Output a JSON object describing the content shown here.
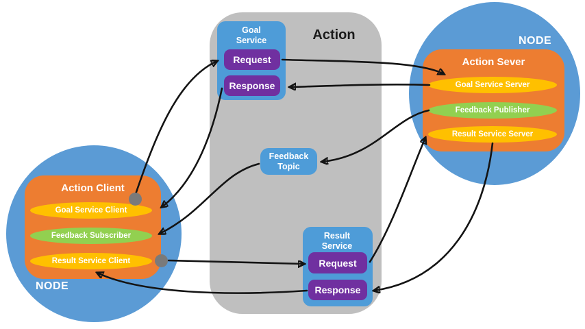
{
  "title": "Action",
  "left_node": {
    "node_label": "NODE",
    "title": "Action Client",
    "items": [
      {
        "label": "Goal Service Client",
        "color": "#FFC000"
      },
      {
        "label": "Feedback Subscriber",
        "color": "#92D050"
      },
      {
        "label": "Result Service Client",
        "color": "#FFC000"
      }
    ]
  },
  "right_node": {
    "node_label": "NODE",
    "title": "Action Sever",
    "items": [
      {
        "label": "Goal Service Server",
        "color": "#FFC000"
      },
      {
        "label": "Feedback Publisher",
        "color": "#92D050"
      },
      {
        "label": "Result Service Server",
        "color": "#FFC000"
      }
    ]
  },
  "center": {
    "goal_service": {
      "label": "Goal Service",
      "request_label": "Request",
      "response_label": "Response"
    },
    "feedback_topic": {
      "label": "Feedback Topic"
    },
    "result_service": {
      "label": "Result Service",
      "request_label": "Request",
      "response_label": "Response"
    }
  },
  "connections": [
    {
      "from": "action-client-goal-dot",
      "to": "goal-service-request"
    },
    {
      "from": "goal-service-request",
      "to": "goal-service-server"
    },
    {
      "from": "goal-service-server",
      "to": "goal-service-response"
    },
    {
      "from": "goal-service-response",
      "to": "goal-service-client"
    },
    {
      "from": "feedback-publisher",
      "to": "feedback-topic"
    },
    {
      "from": "feedback-topic",
      "to": "feedback-subscriber"
    },
    {
      "from": "result-service-client-dot",
      "to": "result-service-request"
    },
    {
      "from": "result-service-request",
      "to": "result-service-server"
    },
    {
      "from": "result-service-server",
      "to": "result-service-response"
    },
    {
      "from": "result-service-response",
      "to": "result-service-client"
    }
  ],
  "colors": {
    "node_blue": "#5B9BD5",
    "container_gray": "#BFBFBF",
    "inner_orange": "#ED7D31",
    "service_yellow": "#FFC000",
    "topic_green": "#92D050",
    "service_box_blue": "#4E9CD8",
    "message_purple": "#7030A0",
    "dot_gray": "#7A7A7A",
    "arrow_black": "#141414"
  }
}
